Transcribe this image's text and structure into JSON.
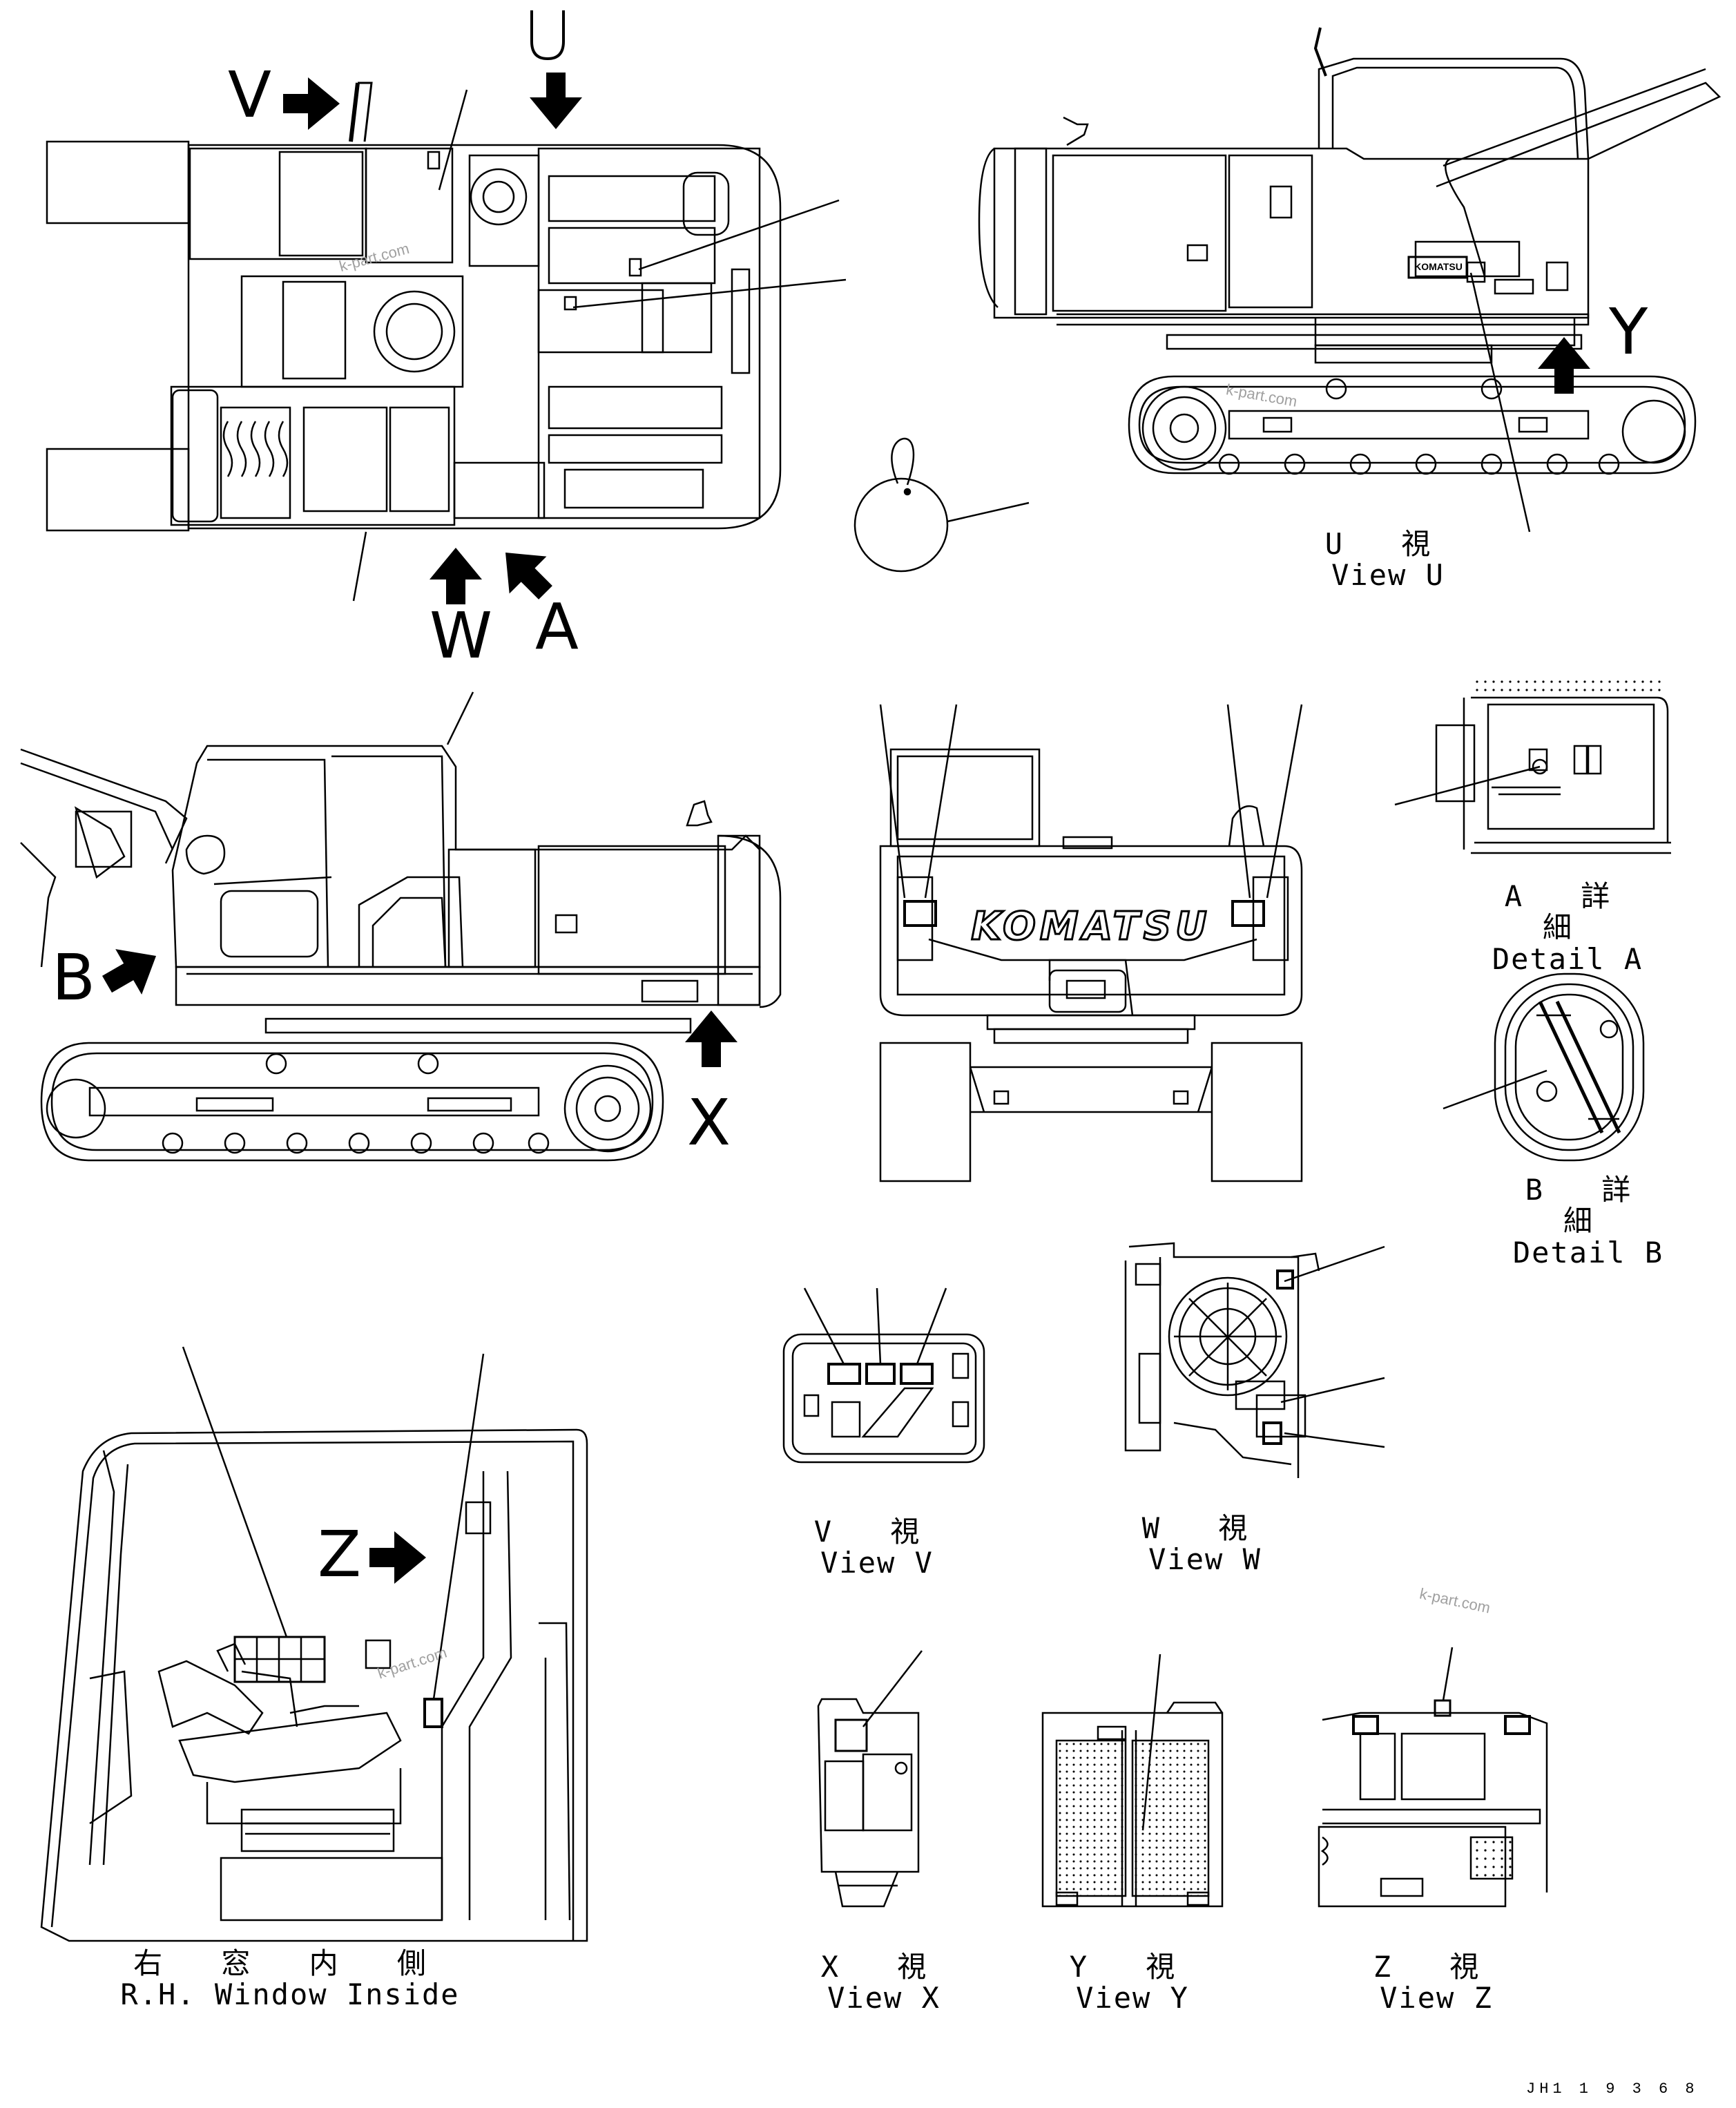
{
  "letters": {
    "v": "V",
    "u": "U",
    "w": "W",
    "a": "A",
    "y": "Y",
    "b": "B",
    "x": "X",
    "z": "Z"
  },
  "views": {
    "view_u": {
      "jp": "U 視",
      "en": "View U"
    },
    "detail_a": {
      "jp": "A 詳 細",
      "en": "Detail A"
    },
    "detail_b": {
      "jp": "B 詳 細",
      "en": "Detail B"
    },
    "view_v": {
      "jp": "V 視",
      "en": "View V"
    },
    "view_w": {
      "jp": "W 視",
      "en": "View W"
    },
    "rh_window": {
      "jp": "右 窓 内 側",
      "en": "R.H. Window Inside"
    },
    "view_x": {
      "jp": "X 視",
      "en": "View X"
    },
    "view_y": {
      "jp": "Y 視",
      "en": "View Y"
    },
    "view_z": {
      "jp": "Z 視",
      "en": "View Z"
    }
  },
  "brand": "KOMATSU",
  "brand_small": "KOMATSU",
  "watermarks": [
    "k-part.com",
    "k-part.com",
    "k-part.com",
    "k-part.com"
  ],
  "drawing_code": "JH1 1 9 3 6 8",
  "colors": {
    "line": "#000000",
    "background": "#ffffff",
    "watermark": "#a0a0a0"
  }
}
